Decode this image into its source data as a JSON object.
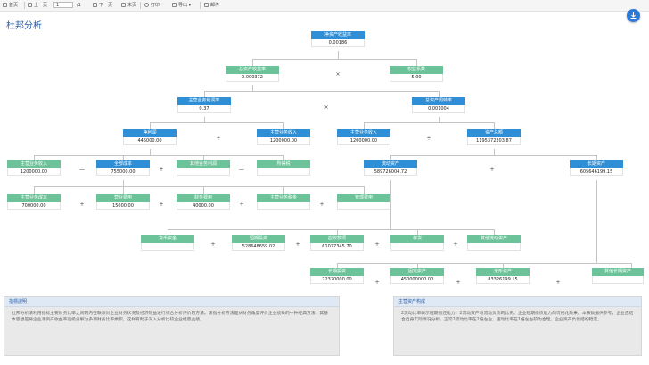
{
  "toolbar": {
    "first": "首页",
    "prev": "上一页",
    "page_value": "1",
    "page_total": "/1",
    "next": "下一页",
    "last": "末页",
    "print": "打印",
    "export": "导出",
    "email": "邮件"
  },
  "page_title": "杜邦分析",
  "nodes": {
    "roe": {
      "label": "净资产收益率",
      "value": "0.00186"
    },
    "roa": {
      "label": "总资产收益率",
      "value": "0.000372"
    },
    "equity_multiplier": {
      "label": "权益系数",
      "value": "5.00"
    },
    "sales_margin": {
      "label": "主营业务利润率",
      "value": "0.37"
    },
    "asset_turnover": {
      "label": "总资产周转率",
      "value": "0.001004"
    },
    "net_profit": {
      "label": "净利润",
      "value": "445000.00"
    },
    "revenue_a": {
      "label": "主营业务收入",
      "value": "1200000.00"
    },
    "revenue_b": {
      "label": "主营业务收入",
      "value": "1200000.00"
    },
    "total_assets": {
      "label": "资产总额",
      "value": "1195372203.87"
    },
    "revenue_c": {
      "label": "主营业务收入",
      "value": "1200000.00"
    },
    "total_cost": {
      "label": "全部成本",
      "value": "755000.00"
    },
    "other_profit": {
      "label": "其他业务利润",
      "value": ""
    },
    "income_tax": {
      "label": "所得税",
      "value": ""
    },
    "current_assets": {
      "label": "流动资产",
      "value": "589726004.72"
    },
    "noncurrent_assets": {
      "label": "长期资产",
      "value": "605646199.15"
    },
    "cogs": {
      "label": "主营业务成本",
      "value": "700000.00"
    },
    "selling_exp": {
      "label": "营业费用",
      "value": "15000.00"
    },
    "finance_exp": {
      "label": "财务费用",
      "value": "40000.00"
    },
    "biz_tax": {
      "label": "主营业务税金",
      "value": ""
    },
    "admin_exp": {
      "label": "管理费用",
      "value": ""
    },
    "cash": {
      "label": "货币资金",
      "value": ""
    },
    "securities": {
      "label": "短期投资",
      "value": "528648659.02"
    },
    "receivables": {
      "label": "应收款项",
      "value": "61077345.70"
    },
    "inventory": {
      "label": "存货",
      "value": ""
    },
    "other_current": {
      "label": "其他流动资产",
      "value": ""
    },
    "lt_investment": {
      "label": "长期投资",
      "value": "72320000.00"
    },
    "fixed_assets": {
      "label": "固定资产",
      "value": "450000000.00"
    },
    "intangible": {
      "label": "无形资产",
      "value": "83326199.15"
    },
    "other_assets": {
      "label": "其他长期资产",
      "value": ""
    }
  },
  "ops": {
    "times": "×",
    "divide": "÷",
    "plus": "+",
    "minus": "—"
  },
  "panels": {
    "left_title": "指標說明",
    "left_body": "杜邦分析法利用指标主要财务比率之间的内在联系对企业财务状况及经济效益进行综合分析评价的方法。该指分析方法是从财务角度评价企业绩效的一种经典方法，其基本思想是将企业净资产收益率逐级分解为多项财务比率乘积，这样有助于深入分析比较企业经营业绩。",
    "right_title": "主营资产构成",
    "right_body": "2流动比率表示短期偿还能力，2流动资产与流动负债的比例。企业短期偿债能力的可视化效果。本表数据供参考，企业应结合自身实际情况分析，正常2流动比率在2倍左右，速动比率在1倍左右较为合理，企业资产负债结构稳定。"
  },
  "colors": {
    "blue": "#2e8fd6",
    "green": "#6cc39a",
    "title": "#2a5ea8"
  }
}
